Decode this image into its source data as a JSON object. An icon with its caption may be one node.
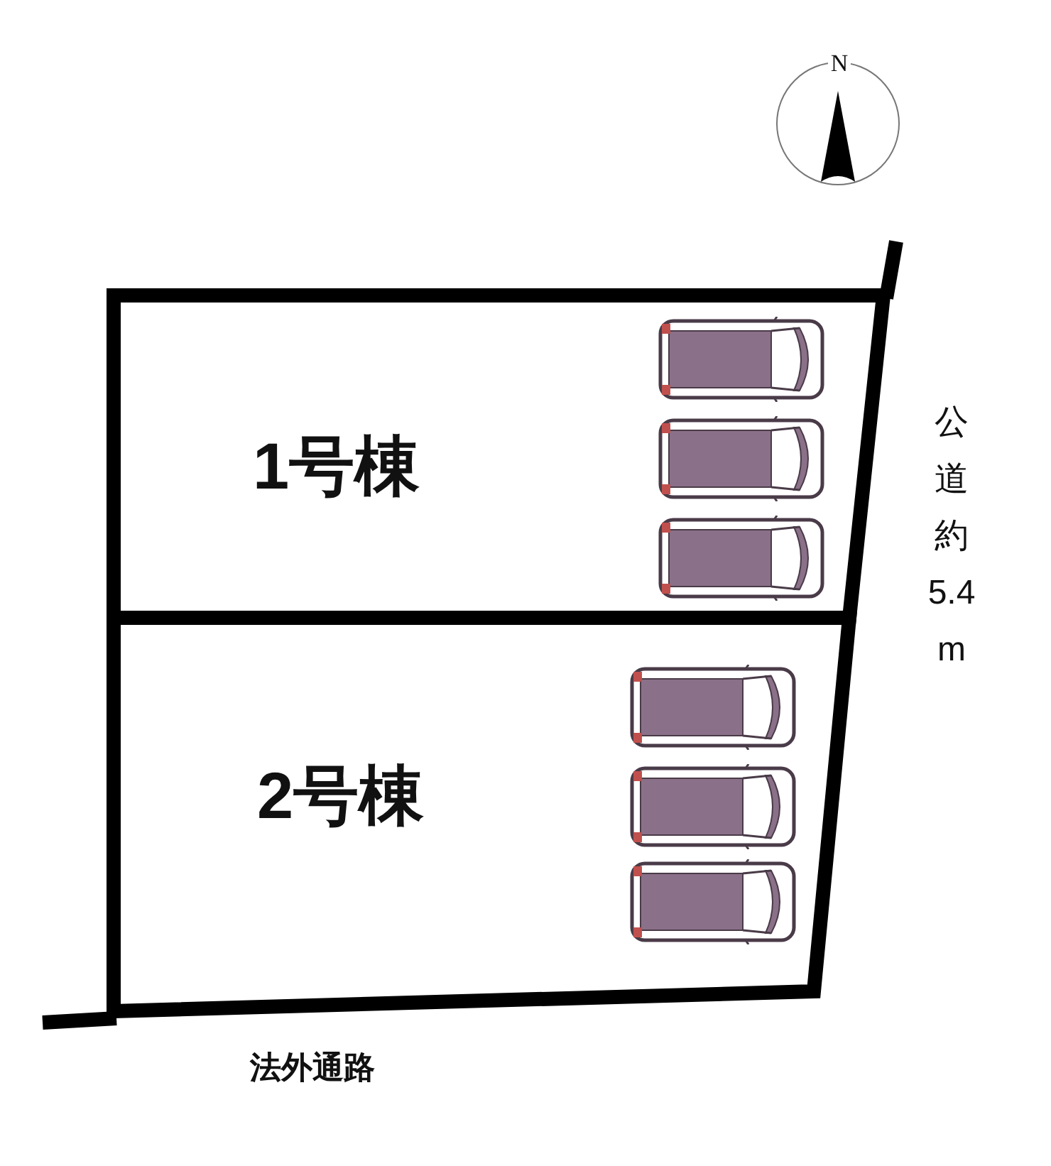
{
  "diagram": {
    "nodes": [
      {
        "text": [
          "1号棟"
        ]
      },
      {
        "text": [
          "2号棟"
        ]
      }
    ],
    "labels": [
      "N",
      "公道約5.4m",
      "法外通路"
    ]
  }
}
